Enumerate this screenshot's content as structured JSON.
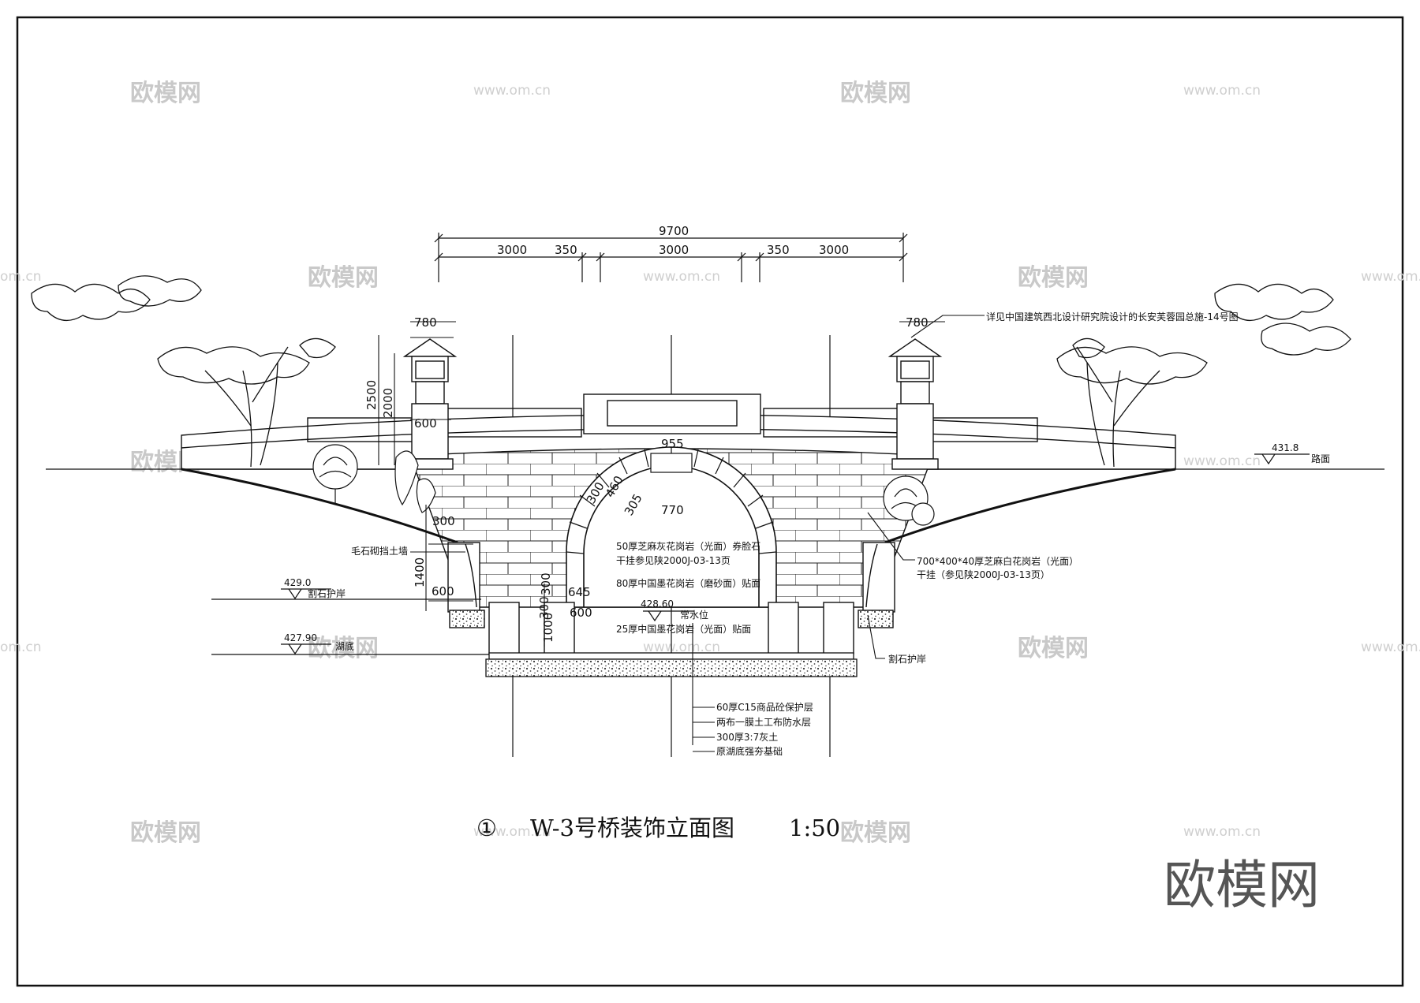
{
  "drawing": {
    "title_number": "①",
    "title": "W-3号桥装饰立面图",
    "scale": "1:50"
  },
  "dimensions": {
    "overall": "9700",
    "segments": [
      "3000",
      "350",
      "3000",
      "350",
      "3000"
    ],
    "post_width_left": "780",
    "post_width_right": "780",
    "post_height": "2500",
    "post_height_inner": "2000",
    "post_base": "600",
    "keystone_width": "955",
    "arch_inner": "770",
    "arch_ring_a": "460",
    "arch_ring_b": "305",
    "arch_ring_c": "300",
    "abutment_top": "300",
    "abutment_height": "1400",
    "abutment_width": "600",
    "pier_height": "1000",
    "pier_base": "600",
    "pier_offset_a": "300",
    "pier_offset_b": "645",
    "ring_pair": "300"
  },
  "levels": {
    "road_value": "431.8",
    "road_label": "路面",
    "bank_value": "429.0",
    "bank_label": "割石护岸",
    "water_value": "428.60",
    "water_label": "常水位",
    "bed_value": "427.90",
    "bed_label": "湖底"
  },
  "annotations": {
    "reference_note": "详见中国建筑西北设计研究院设计的长安芙蓉园总施-14号图",
    "retaining_wall": "毛石砌挡土墙",
    "arch_face_line1": "50厚芝麻灰花岗岩（光面）券脸石",
    "arch_face_line2": "干挂参见陕2000J-03-13页",
    "black_granite_honed": "80厚中国墨花岗岩（磨砂面）贴面",
    "black_granite_polished": "25厚中国墨花岗岩（光面）贴面",
    "facade_granite_line1": "700*400*40厚芝麻白花岗岩（光面）",
    "facade_granite_line2": "干挂（参见陕2000J-03-13页）",
    "stone_bank": "割石护岸",
    "layers": [
      "60厚C15商品砼保护层",
      "两布一膜土工布防水层",
      "300厚3:7灰土",
      "原湖底强夯基础"
    ]
  },
  "watermarks": {
    "logo": "欧模网",
    "url": "www.om.cn",
    "url_edge": "om.cn"
  },
  "brand": "欧模网"
}
